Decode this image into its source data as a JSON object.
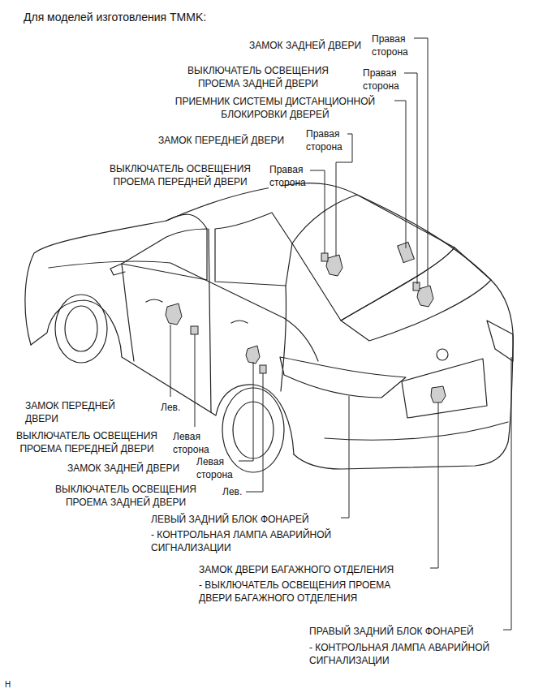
{
  "diagram": {
    "title": "Для моделей изготовления TMMK:",
    "labels": [
      "ЗАМОК ЗАДНЕЙ ДВЕРИ",
      "Правая сторона",
      "ВЫКЛЮЧАТЕЛЬ ОСВЕЩЕНИЯ ПРОЕМА ЗАДНЕЙ ДВЕРИ",
      "Правая сторона",
      "ПРИЕМНИК СИСТЕМЫ ДИСТАНЦИОННОЙ БЛОКИРОВКИ ДВЕРЕЙ",
      "ЗАМОК ПЕРЕДНЕЙ ДВЕРИ",
      "Правая сторона",
      "ВЫКЛЮЧАТЕЛЬ ОСВЕЩЕНИЯ ПРОЕМА ПЕРЕДНЕЙ ДВЕРИ",
      "Правая сторона",
      "ЗАМОК ПЕРЕДНЕЙ ДВЕРИ",
      "Лев.",
      "ВЫКЛЮЧАТЕЛЬ ОСВЕЩЕНИЯ ПРОЕМА ПЕРЕДНЕЙ ДВЕРИ",
      "Левая сторона",
      "ЗАМОК ЗАДНЕЙ ДВЕРИ",
      "Левая сторона",
      "ВЫКЛЮЧАТЕЛЬ ОСВЕЩЕНИЯ ПРОЕМА ЗАДНЕЙ ДВЕРИ",
      "Лев.",
      "ЛЕВЫЙ ЗАДНИЙ БЛОК ФОНАРЕЙ",
      "- КОНТРОЛЬНАЯ ЛАМПА АВАРИЙНОЙ СИГНАЛИЗАЦИИ",
      "ЗАМОК ДВЕРИ БАГАЖНОГО ОТДЕЛЕНИЯ",
      "- ВЫКЛЮЧАТЕЛЬ ОСВЕЩЕНИЯ ПРОЕМА ДВЕРИ БАГАЖНОГО ОТДЕЛЕНИЯ",
      "ПРАВЫЙ ЗАДНИЙ БЛОК ФОНАРЕЙ",
      "- КОНТРОЛЬНАЯ ЛАМПА АВАРИЙНОЙ СИГНАЛИЗАЦИИ",
      "H"
    ]
  }
}
